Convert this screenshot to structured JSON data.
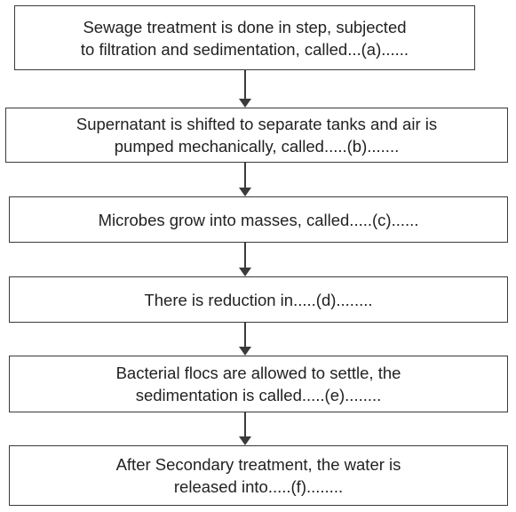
{
  "steps": [
    {
      "line1": "Sewage treatment is done in step, subjected",
      "line2": "to filtration and sedimentation, called...(a)......"
    },
    {
      "line1": "Supernatant is shifted to separate tanks and air is",
      "line2": "pumped mechanically, called.....(b)......."
    },
    {
      "line1": "Microbes grow into masses, called.....(c)......"
    },
    {
      "line1": "There is reduction in.....(d)........"
    },
    {
      "line1": "Bacterial flocs are allowed to settle, the",
      "line2": "sedimentation is called.....(e)........"
    },
    {
      "line1": "After Secondary treatment, the water is",
      "line2": "released into.....(f)........"
    }
  ]
}
